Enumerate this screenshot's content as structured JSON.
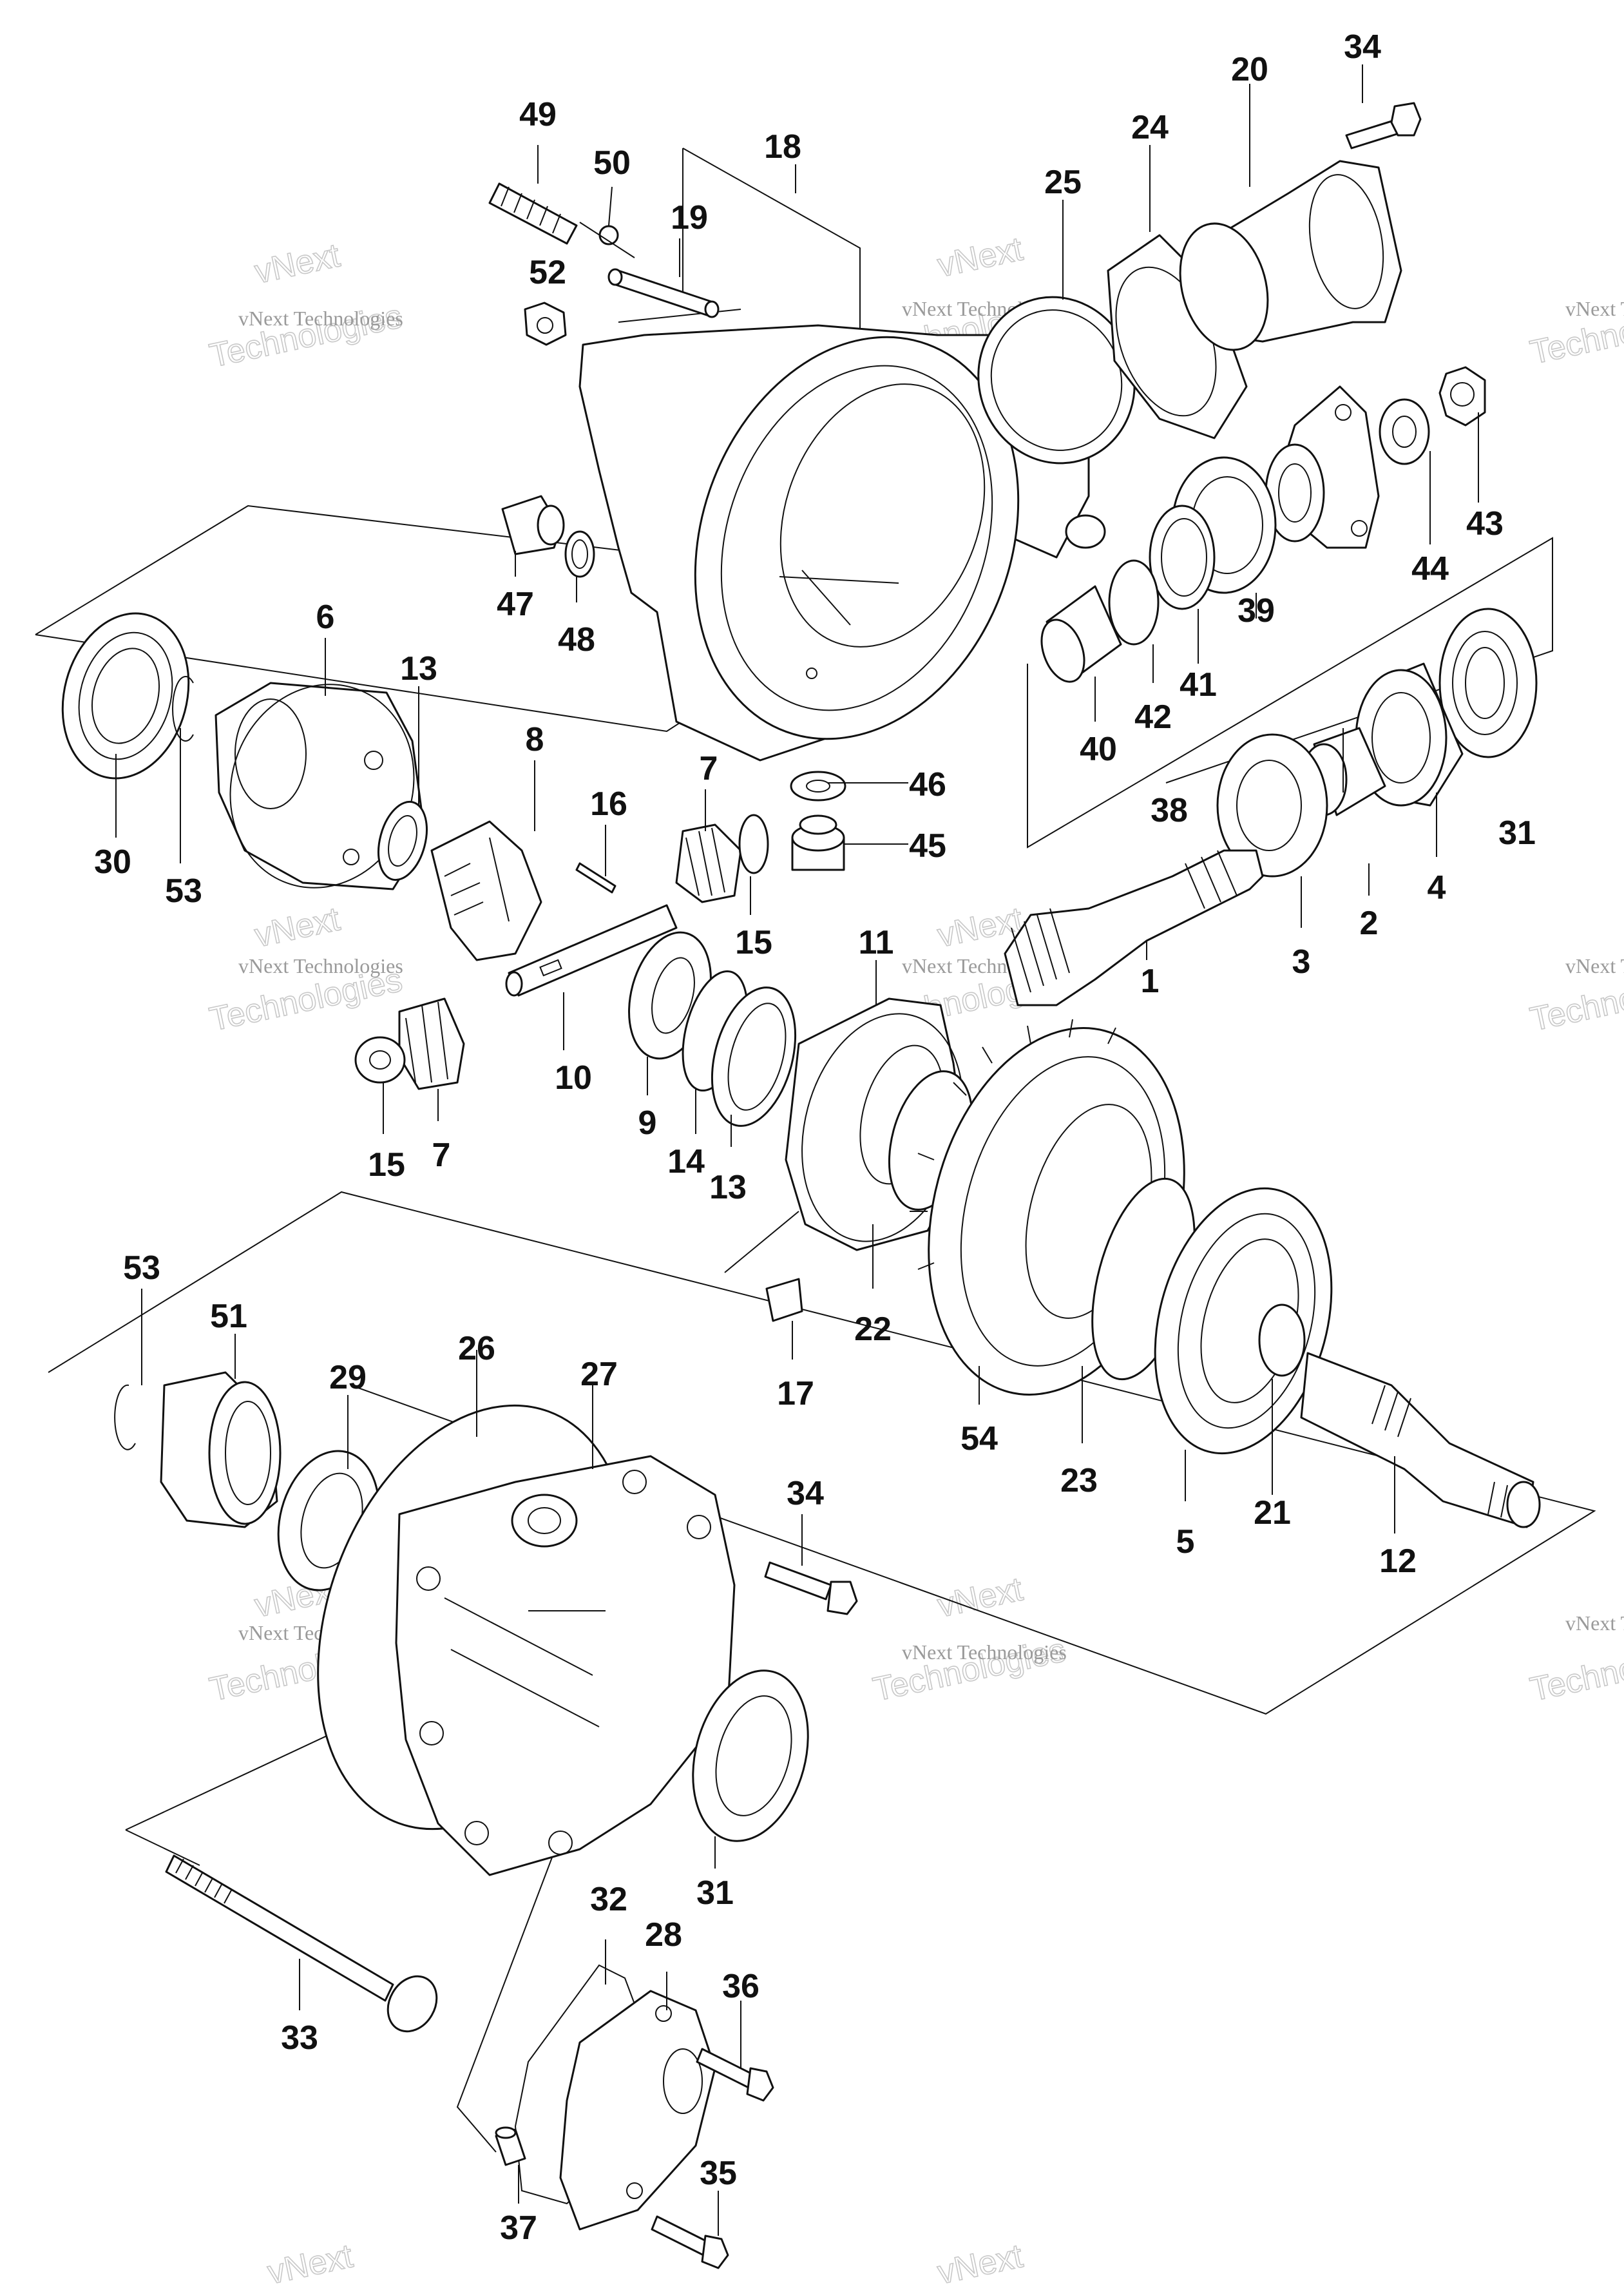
{
  "watermark": {
    "line1": "vNext Technologies",
    "line2_a": "vNext",
    "line2_b": "Technologies"
  },
  "callouts": [
    "49",
    "50",
    "19",
    "18",
    "52",
    "25",
    "24",
    "20",
    "34",
    "43",
    "44",
    "39",
    "41",
    "42",
    "40",
    "38",
    "31",
    "4",
    "2",
    "3",
    "1",
    "47",
    "48",
    "6",
    "13",
    "8",
    "16",
    "7",
    "46",
    "45",
    "30",
    "53",
    "15",
    "10",
    "9",
    "14",
    "13",
    "11",
    "15",
    "7",
    "22",
    "17",
    "54",
    "23",
    "5",
    "21",
    "12",
    "53",
    "51",
    "29",
    "26",
    "27",
    "34",
    "31",
    "33",
    "32",
    "28",
    "36",
    "35",
    "37"
  ]
}
